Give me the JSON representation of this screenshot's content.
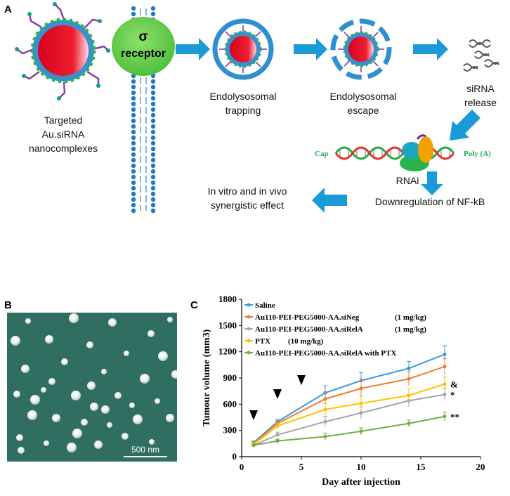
{
  "panels": {
    "a": "A",
    "b": "B",
    "c": "C"
  },
  "schematic": {
    "nanocomplex_label": [
      "Targeted",
      "Au.siRNA",
      "nanocomplexes"
    ],
    "receptor_symbol": "σ",
    "receptor_word": "receptor",
    "trapping_label": [
      "Endolysosomal",
      "trapping"
    ],
    "escape_label": [
      "Endolysosomal",
      "escape"
    ],
    "release_label": [
      "siRNA",
      "release"
    ],
    "cap_label": "Cap",
    "polya_label": "Poly (A)",
    "rnai_label": "RNAi",
    "downregulation_label": "Downregulation of NF-kB",
    "effect_label": [
      "In vitro and in vivo",
      "synergistic effect"
    ]
  },
  "micrograph": {
    "scale_bar": "500 nm"
  },
  "chart_data": {
    "type": "line",
    "xlabel": "Day after injection",
    "ylabel": "Tumour volume (mm3)",
    "xlim": [
      0,
      20
    ],
    "ylim": [
      0,
      1800
    ],
    "xticks": [
      0,
      5,
      10,
      15,
      20
    ],
    "yticks": [
      0,
      300,
      600,
      900,
      1200,
      1500,
      1800
    ],
    "injection_days": [
      1,
      3,
      5
    ],
    "legend_position": "top-left",
    "series": [
      {
        "name": "Saline",
        "dose": "",
        "color": "#3a9ad9",
        "x": [
          1,
          3,
          7,
          10,
          14,
          17
        ],
        "y": [
          160,
          400,
          730,
          870,
          1010,
          1170
        ],
        "err": [
          20,
          30,
          80,
          90,
          80,
          100
        ],
        "mark": ""
      },
      {
        "name": "Au110-PEI-PEG5000-AA.siNeg",
        "dose": "(1 mg/kg)",
        "color": "#ed7d31",
        "x": [
          1,
          3,
          7,
          10,
          14,
          17
        ],
        "y": [
          150,
          380,
          660,
          780,
          890,
          1030
        ],
        "err": [
          20,
          30,
          80,
          90,
          80,
          90
        ],
        "mark": ""
      },
      {
        "name": "Au110-PEI-PEG5000-AA.siRelA",
        "dose": "(1 mg/kg)",
        "color": "#a5a5a5",
        "x": [
          1,
          3,
          7,
          10,
          14,
          17
        ],
        "y": [
          130,
          250,
          400,
          500,
          640,
          710
        ],
        "err": [
          20,
          30,
          60,
          70,
          70,
          70
        ],
        "mark": "*"
      },
      {
        "name": "PTX",
        "dose": "(10 mg/kg)",
        "color": "#ffc000",
        "x": [
          1,
          3,
          7,
          10,
          14,
          17
        ],
        "y": [
          140,
          350,
          540,
          610,
          700,
          830
        ],
        "err": [
          20,
          30,
          70,
          80,
          80,
          80
        ],
        "mark": "&"
      },
      {
        "name": "Au110-PEI-PEG5000-AA.siRelA with PTX",
        "dose": "",
        "color": "#70ad47",
        "x": [
          1,
          3,
          7,
          10,
          14,
          17
        ],
        "y": [
          130,
          180,
          230,
          290,
          380,
          460
        ],
        "err": [
          15,
          20,
          40,
          40,
          40,
          50
        ],
        "mark": "**"
      }
    ]
  }
}
